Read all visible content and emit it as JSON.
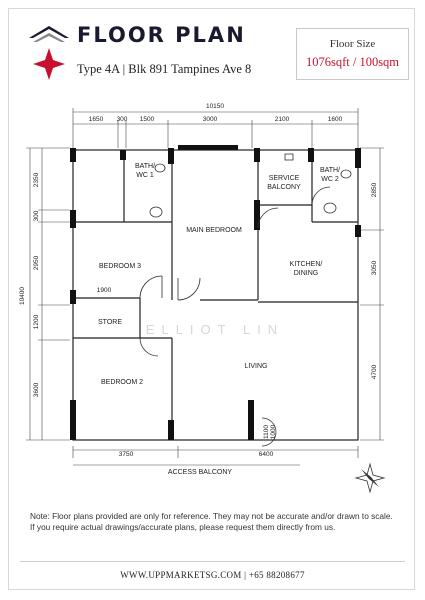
{
  "header": {
    "title": "FLOOR PLAN",
    "subtitle": "Type 4A | Blk 891 Tampines Ave 8"
  },
  "size_box": {
    "label": "Floor Size",
    "value": "1076sqft / 100sqm"
  },
  "plan": {
    "dims_top": {
      "total": "10150",
      "segments": [
        "1650",
        "300",
        "1500",
        "3000",
        "2100",
        "1600"
      ]
    },
    "dims_left": {
      "total": "10400",
      "segments": [
        "2350",
        "300",
        "2950",
        "1200",
        "3600"
      ]
    },
    "dims_right": [
      "2850",
      "3050",
      "4700"
    ],
    "dims_bottom": [
      "3750",
      "6400"
    ],
    "dims_inner": [
      "1900",
      "1100",
      "1000"
    ],
    "rooms": {
      "bath1": "BATH/",
      "bath1b": "WC 1",
      "service": "SERVICE",
      "serviceb": "BALCONY",
      "bath2": "BATH/",
      "bath2b": "WC 2",
      "main_bedroom": "MAIN BEDROOM",
      "bedroom3": "BEDROOM 3",
      "kitchen": "KITCHEN/",
      "kitchenb": "DINING",
      "store": "STORE",
      "living": "LIVING",
      "bedroom2": "BEDROOM 2",
      "access_balcony": "ACCESS BALCONY"
    },
    "watermark": "ELLIOT LIN",
    "compass": "N"
  },
  "note": "Note: Floor plans provided are only for reference. They may not be accurate and/or drawn to scale. If you require actual drawings/accurate plans, please request them directly from us.",
  "footer": "WWW.UPPMARKETSG.COM | +65 88208677",
  "colors": {
    "accent_red": "#c8102e",
    "navy": "#1a1a2e"
  }
}
